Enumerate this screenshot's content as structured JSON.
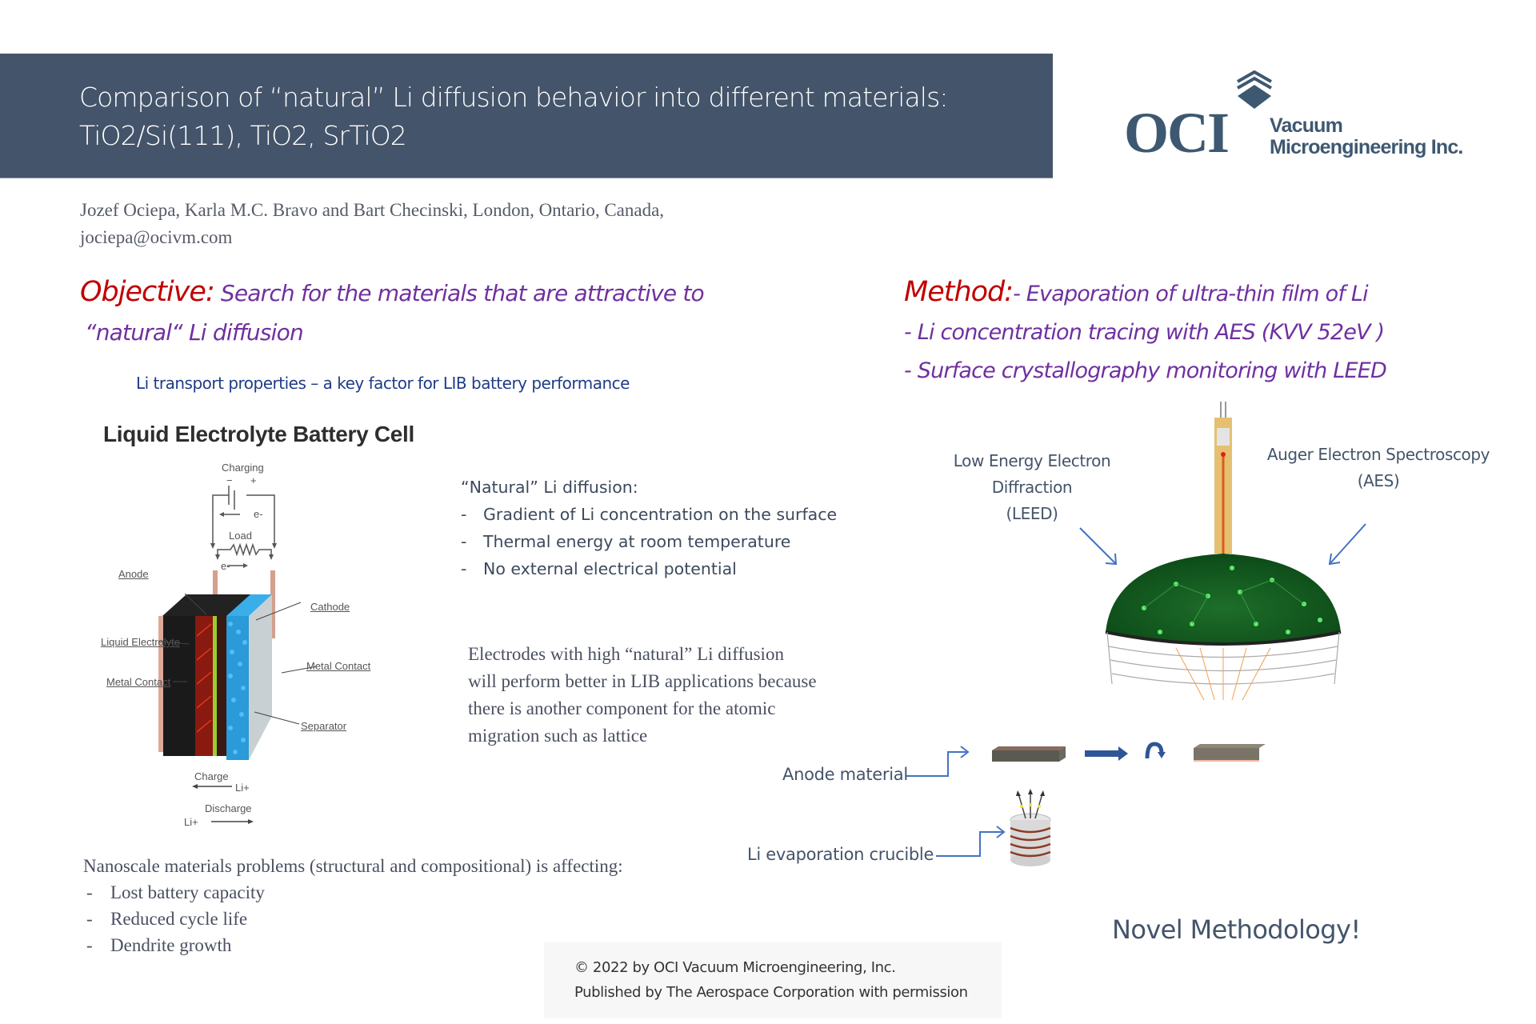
{
  "header": {
    "title_line1": "Comparison of “natural” Li diffusion behavior into different materials:",
    "title_line2": "TiO2/Si(111), TiO2, SrTiO2",
    "bar_color": "#44546a"
  },
  "logo": {
    "mark": "OCI",
    "line1": "Vacuum",
    "line2": "Microengineering Inc.",
    "color": "#3e5871"
  },
  "authors": {
    "line1": "Jozef Ociepa, Karla M.C. Bravo and Bart Checinski, London, Ontario, Canada,",
    "email": "jociepa@ocivm.com"
  },
  "objective": {
    "label": "Objective:",
    "text_line1": " Search for  the materials that are attractive to",
    "text_line2": "“natural“ Li  diffusion",
    "label_color": "#c00000",
    "text_color": "#7030a0"
  },
  "method": {
    "label": "Method:",
    "line1": "- Evaporation of ultra-thin film of Li",
    "line2": "- Li concentration tracing with AES (KVV 52eV )",
    "line3": "- Surface crystallography monitoring with LEED"
  },
  "subheading": "Li transport properties – a key factor for  LIB battery performance",
  "battery_cell": {
    "title": "Liquid Electrolyte Battery Cell",
    "labels": {
      "charging": "Charging",
      "minus": "−",
      "plus": "+",
      "e_top": "e-",
      "load": "Load",
      "e_bottom": "e-",
      "anode": "Anode",
      "cathode": "Cathode",
      "liquid_electrolyte": "Liquid Electrolyte",
      "metal_contact_left": "Metal Contact",
      "metal_contact_right": "Metal Contact",
      "separator": "Separator",
      "charge": "Charge",
      "charge_ion": "Li+",
      "discharge": "Discharge",
      "discharge_ion": "Li+"
    }
  },
  "natural_diffusion": {
    "heading": "“Natural” Li diffusion:",
    "items": [
      "Gradient of Li concentration on the surface",
      "Thermal energy at room temperature",
      "No external electrical potential"
    ]
  },
  "electrodes_text": {
    "line1": "Electrodes with high “natural” Li diffusion",
    "line2": "will perform  better in LIB applications because",
    "line3": "there is another component for the  atomic",
    "line4": "migration such as lattice"
  },
  "apparatus": {
    "leed_line1": "Low Energy Electron Diffraction",
    "leed_line2": "(LEED)",
    "aes_line1": "Auger Electron Spectroscopy",
    "aes_line2": "(AES)",
    "anode_material": "Anode material",
    "crucible": "Li evaporation crucible"
  },
  "nanoscale": {
    "heading": "Nanoscale materials problems (structural and compositional) is affecting:",
    "items": [
      "Lost battery capacity",
      "Reduced cycle life",
      "Dendrite growth"
    ]
  },
  "copyright": {
    "line1": "© 2022 by OCI Vacuum Microengineering, Inc.",
    "line2": "Published by The Aerospace Corporation with permission"
  },
  "novel": "Novel Methodology!"
}
